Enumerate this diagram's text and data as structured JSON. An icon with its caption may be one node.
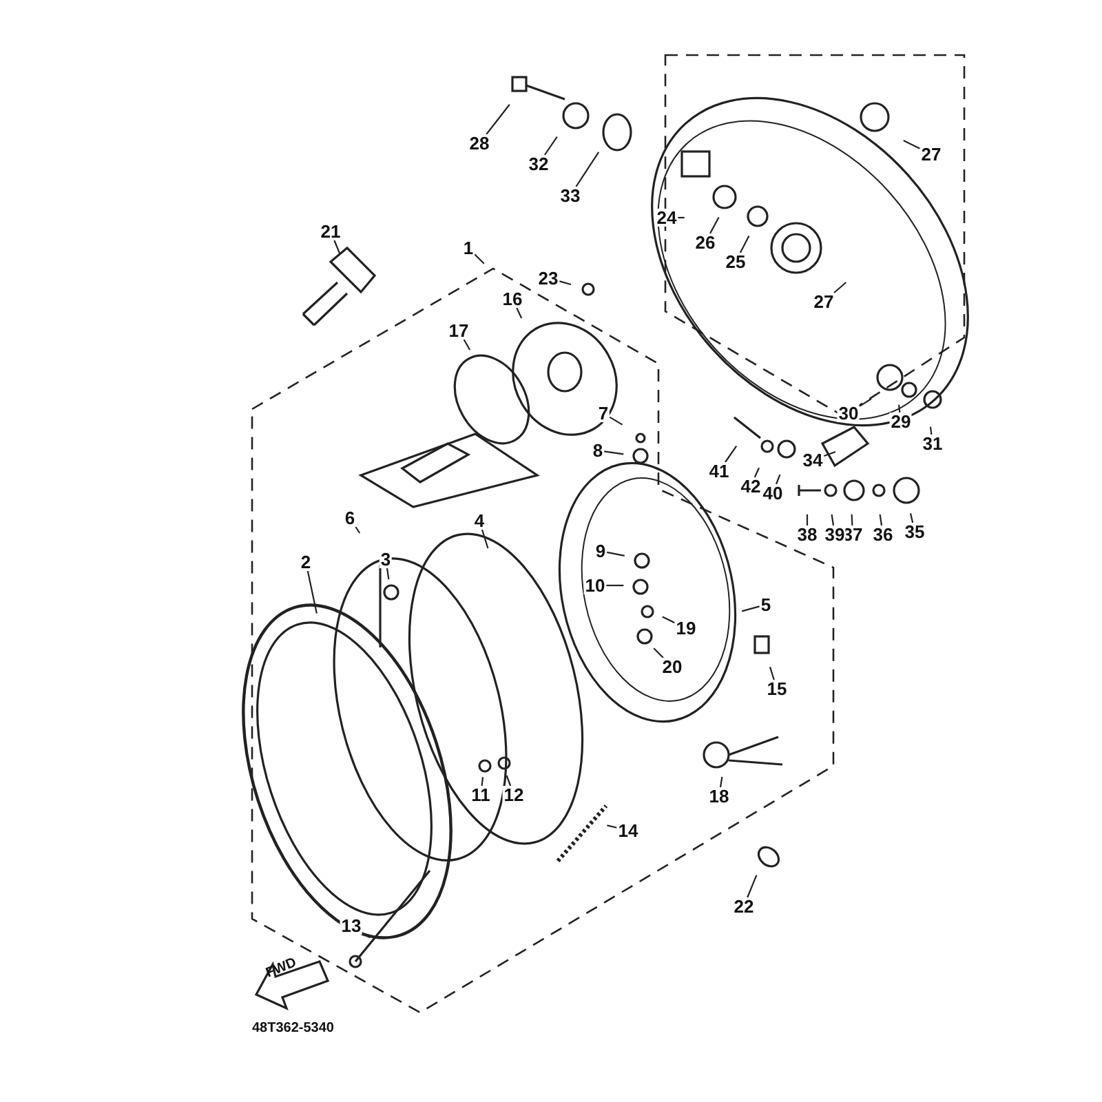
{
  "diagram": {
    "nodes": [
      {
        "text": [
          "1"
        ]
      },
      {
        "text": [
          "2"
        ]
      },
      {
        "text": [
          "3"
        ]
      },
      {
        "text": [
          "4"
        ]
      },
      {
        "text": [
          "5"
        ]
      },
      {
        "text": [
          "6"
        ]
      },
      {
        "text": [
          "7"
        ]
      },
      {
        "text": [
          "8"
        ]
      },
      {
        "text": [
          "9"
        ]
      },
      {
        "text": [
          "10"
        ]
      },
      {
        "text": [
          "11"
        ]
      },
      {
        "text": [
          "12"
        ]
      },
      {
        "text": [
          "13"
        ]
      },
      {
        "text": [
          "14"
        ]
      },
      {
        "text": [
          "15"
        ]
      },
      {
        "text": [
          "16"
        ]
      },
      {
        "text": [
          "17"
        ]
      },
      {
        "text": [
          "18"
        ]
      },
      {
        "text": [
          "19"
        ]
      },
      {
        "text": [
          "20"
        ]
      },
      {
        "text": [
          "21"
        ]
      },
      {
        "text": [
          "22"
        ]
      },
      {
        "text": [
          "23"
        ]
      },
      {
        "text": [
          "24"
        ]
      },
      {
        "text": [
          "25"
        ]
      },
      {
        "text": [
          "26"
        ]
      },
      {
        "text": [
          "27"
        ]
      },
      {
        "text": [
          "27"
        ]
      },
      {
        "text": [
          "28"
        ]
      },
      {
        "text": [
          "29"
        ]
      },
      {
        "text": [
          "30"
        ]
      },
      {
        "text": [
          "31"
        ]
      },
      {
        "text": [
          "32"
        ]
      },
      {
        "text": [
          "33"
        ]
      },
      {
        "text": [
          "34"
        ]
      },
      {
        "text": [
          "35"
        ]
      },
      {
        "text": [
          "36"
        ]
      },
      {
        "text": [
          "37"
        ]
      },
      {
        "text": [
          "38"
        ]
      },
      {
        "text": [
          "39"
        ]
      },
      {
        "text": [
          "40"
        ]
      },
      {
        "text": [
          "41"
        ]
      },
      {
        "text": [
          "42"
        ]
      }
    ],
    "edges": [
      {
        "from": 0,
        "to": null,
        "arrow": "none"
      },
      {
        "from": 1,
        "to": null,
        "arrow": "none"
      },
      {
        "from": 2,
        "to": null,
        "arrow": "none"
      },
      {
        "from": 3,
        "to": null,
        "arrow": "none"
      },
      {
        "from": 4,
        "to": null,
        "arrow": "none"
      },
      {
        "from": 5,
        "to": null,
        "arrow": "none"
      },
      {
        "from": 6,
        "to": null,
        "arrow": "none"
      },
      {
        "from": 7,
        "to": null,
        "arrow": "none"
      },
      {
        "from": 8,
        "to": null,
        "arrow": "none"
      },
      {
        "from": 9,
        "to": null,
        "arrow": "none"
      },
      {
        "from": 10,
        "to": null,
        "arrow": "none"
      },
      {
        "from": 11,
        "to": null,
        "arrow": "none"
      },
      {
        "from": 12,
        "to": null,
        "arrow": "none"
      },
      {
        "from": 13,
        "to": null,
        "arrow": "none"
      },
      {
        "from": 14,
        "to": null,
        "arrow": "none"
      },
      {
        "from": 15,
        "to": null,
        "arrow": "none"
      },
      {
        "from": 16,
        "to": null,
        "arrow": "none"
      },
      {
        "from": 17,
        "to": null,
        "arrow": "none"
      },
      {
        "from": 18,
        "to": null,
        "arrow": "none"
      },
      {
        "from": 19,
        "to": null,
        "arrow": "none"
      },
      {
        "from": 20,
        "to": null,
        "arrow": "none"
      },
      {
        "from": 21,
        "to": null,
        "arrow": "none"
      },
      {
        "from": 22,
        "to": null,
        "arrow": "none"
      },
      {
        "from": 23,
        "to": null,
        "arrow": "none"
      },
      {
        "from": 24,
        "to": null,
        "arrow": "none"
      },
      {
        "from": 25,
        "to": null,
        "arrow": "none"
      },
      {
        "from": 26,
        "to": null,
        "arrow": "none"
      },
      {
        "from": 27,
        "to": null,
        "arrow": "none"
      },
      {
        "from": 28,
        "to": null,
        "arrow": "none"
      },
      {
        "from": 29,
        "to": null,
        "arrow": "none"
      },
      {
        "from": 30,
        "to": null,
        "arrow": "none"
      },
      {
        "from": 31,
        "to": null,
        "arrow": "none"
      },
      {
        "from": 32,
        "to": null,
        "arrow": "none"
      },
      {
        "from": 33,
        "to": null,
        "arrow": "none"
      },
      {
        "from": 34,
        "to": null,
        "arrow": "none"
      },
      {
        "from": 35,
        "to": null,
        "arrow": "none"
      },
      {
        "from": 36,
        "to": null,
        "arrow": "none"
      },
      {
        "from": 37,
        "to": null,
        "arrow": "none"
      },
      {
        "from": 38,
        "to": null,
        "arrow": "none"
      },
      {
        "from": 39,
        "to": null,
        "arrow": "none"
      },
      {
        "from": 40,
        "to": null,
        "arrow": "none"
      },
      {
        "from": 41,
        "to": null,
        "arrow": "none"
      },
      {
        "from": 42,
        "to": null,
        "arrow": "none"
      }
    ],
    "labels": [
      "FWD",
      "48T362-5340"
    ]
  }
}
